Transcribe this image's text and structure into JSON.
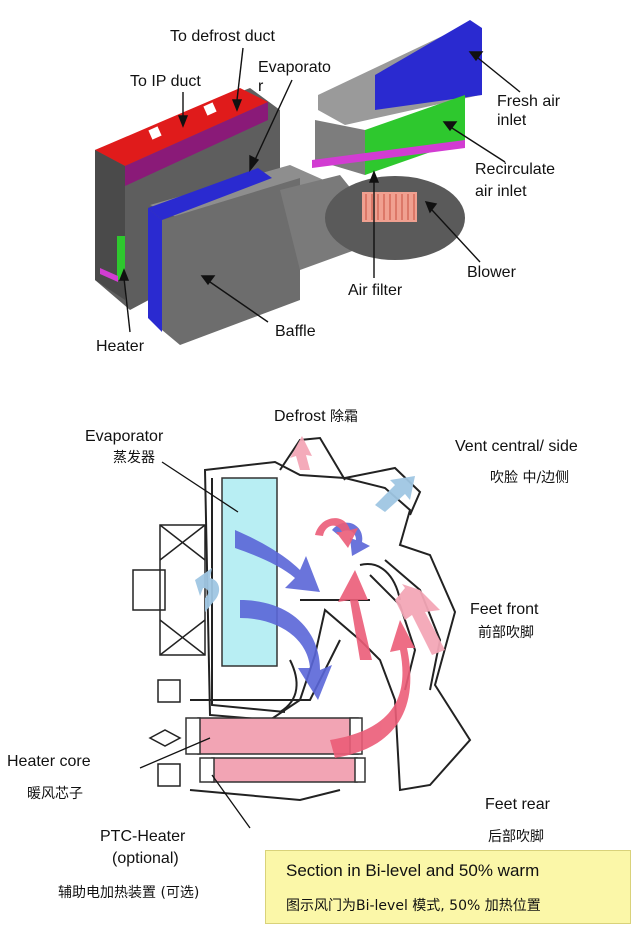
{
  "top_labels": {
    "defrost_duct": "To defrost duct",
    "ip_duct": "To IP duct",
    "evaporator_top_1": "Evaporato",
    "evaporator_top_2": "r",
    "fresh_air_1": "Fresh air",
    "fresh_air_2": "inlet",
    "recirculate_1": "Recirculate",
    "recirculate_2": "air inlet",
    "blower": "Blower",
    "air_filter": "Air filter",
    "heater": "Heater",
    "baffle": "Baffle"
  },
  "bottom_labels": {
    "evaporator_en": "Evaporator",
    "evaporator_cn": "蒸发器",
    "defrost_en": "Defrost",
    "defrost_cn": "除霜",
    "vent_en": "Vent central/ side",
    "vent_cn": "吹脸 中/边侧",
    "feet_front_en": "Feet front",
    "feet_front_cn": "前部吹脚",
    "heater_core_en": "Heater core",
    "heater_core_cn": "暖风芯子",
    "feet_rear_en": "Feet rear",
    "feet_rear_cn": "后部吹脚",
    "ptc_en_1": "PTC-Heater",
    "ptc_en_2": "(optional)",
    "ptc_cn": "辅助电加热装置 (可选)"
  },
  "section_box": {
    "title": "Section in Bi-level and 50% warm",
    "subtitle": "图示风门为Bi-level 模式, 50% 加热位置"
  },
  "colors": {
    "red": "#e01b1b",
    "purple": "#8a1a78",
    "blue": "#2a2ad0",
    "green": "#2ec82e",
    "magenta": "#d23cd2",
    "gray": "#6d6d6d",
    "cyan": "#b8eef3",
    "pink": "#f2a4b4",
    "arrow_blue": "#5a66d8",
    "arrow_red": "#ec5d78",
    "highlight": "#fbf7a8"
  }
}
